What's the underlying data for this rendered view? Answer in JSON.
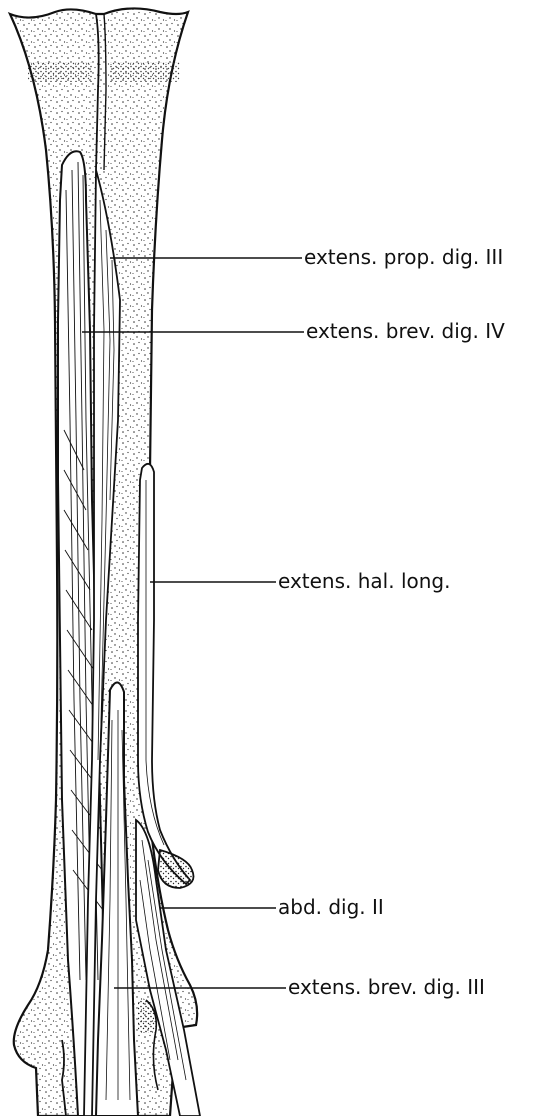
{
  "colors": {
    "ink": "#111111",
    "background": "#ffffff",
    "stipple": "#222222"
  },
  "labels": {
    "extens_prop_dig_iii": "extens. prop. dig. III",
    "extens_brev_dig_iv": "extens. brev. dig. IV",
    "extens_hal_long": "extens. hal. long.",
    "abd_dig_ii": "abd. dig. II",
    "extens_brev_dig_iii": "extens. brev. dig. III"
  }
}
